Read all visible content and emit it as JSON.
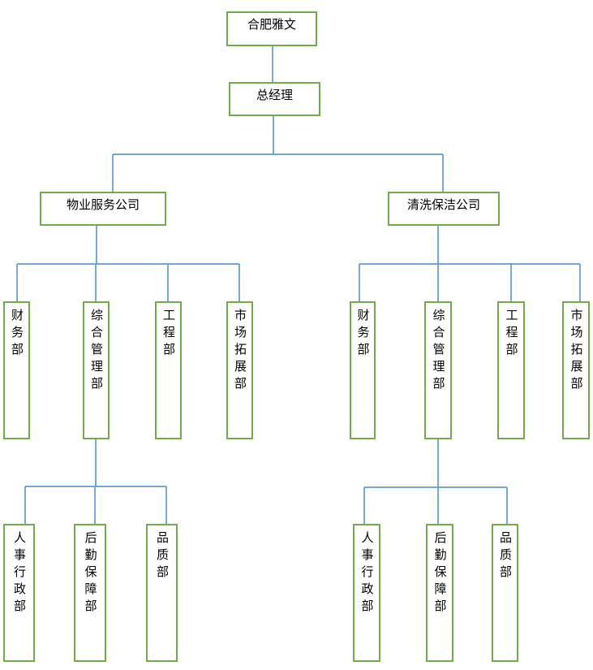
{
  "colors": {
    "background": "#ffffff",
    "box_fill": "#ffffff",
    "box_border": "#70ad47",
    "connector": "#5b9bd5",
    "text": "#000000"
  },
  "org": {
    "root": {
      "label": "合肥雅文"
    },
    "general_manager": {
      "label": "总经理"
    },
    "companies": [
      {
        "label": "物业服务公司",
        "departments": [
          {
            "label": "财务部"
          },
          {
            "label": "综合管理部"
          },
          {
            "label": "工程部"
          },
          {
            "label": "市场拓展部"
          }
        ],
        "admin_sub_departments": [
          {
            "label": "人事行政部"
          },
          {
            "label": "后勤保障部"
          },
          {
            "label": "品质部"
          }
        ]
      },
      {
        "label": "清洗保洁公司",
        "departments": [
          {
            "label": "财务部"
          },
          {
            "label": "综合管理部"
          },
          {
            "label": "工程部"
          },
          {
            "label": "市场拓展部"
          }
        ],
        "admin_sub_departments": [
          {
            "label": "人事行政部"
          },
          {
            "label": "后勤保障部"
          },
          {
            "label": "品质部"
          }
        ]
      }
    ]
  }
}
